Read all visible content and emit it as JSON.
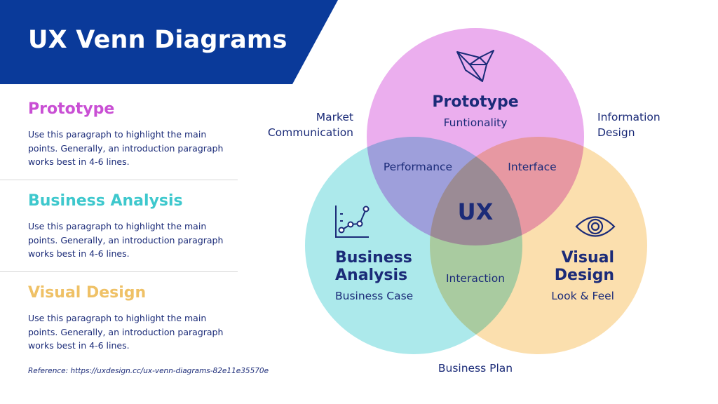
{
  "header": {
    "title": "UX Venn Diagrams"
  },
  "sections": [
    {
      "title": "Prototype",
      "body": "Use this paragraph to highlight the main points. Generally, an introduction paragraph works best in 4-6 lines."
    },
    {
      "title": "Business Analysis",
      "body": "Use this paragraph to highlight the main points. Generally, an introduction paragraph works best in 4-6 lines."
    },
    {
      "title": "Visual Design",
      "body": "Use this paragraph to highlight the main points. Generally, an introduction paragraph works best in 4-6 lines."
    }
  ],
  "reference": "Reference: https://uxdesign.cc/ux-venn-diagrams-82e11e35570e",
  "venn": {
    "circles": {
      "prototype": {
        "title": "Prototype",
        "subtitle": "Funtionality",
        "icon": "origami-bird-icon"
      },
      "business_analysis": {
        "title_line1": "Business",
        "title_line2": "Analysis",
        "subtitle": "Business Case",
        "icon": "line-chart-icon"
      },
      "visual_design": {
        "title_line1": "Visual",
        "title_line2": "Design",
        "subtitle": "Look & Feel",
        "icon": "eye-icon"
      }
    },
    "overlaps": {
      "prototype_business": "Performance",
      "prototype_visual": "Interface",
      "business_visual": "Interaction",
      "center": "UX"
    },
    "outer_labels": {
      "market_line1": "Market",
      "market_line2": "Communication",
      "information_line1": "Information",
      "information_line2": "Design",
      "business_plan": "Business Plan"
    }
  },
  "colors": {
    "banner": "#0a3a9a",
    "navy_text": "#1b2b78",
    "prototype": "#e08de3",
    "business_analysis": "#76dce0",
    "visual_design": "#f7c87c"
  }
}
